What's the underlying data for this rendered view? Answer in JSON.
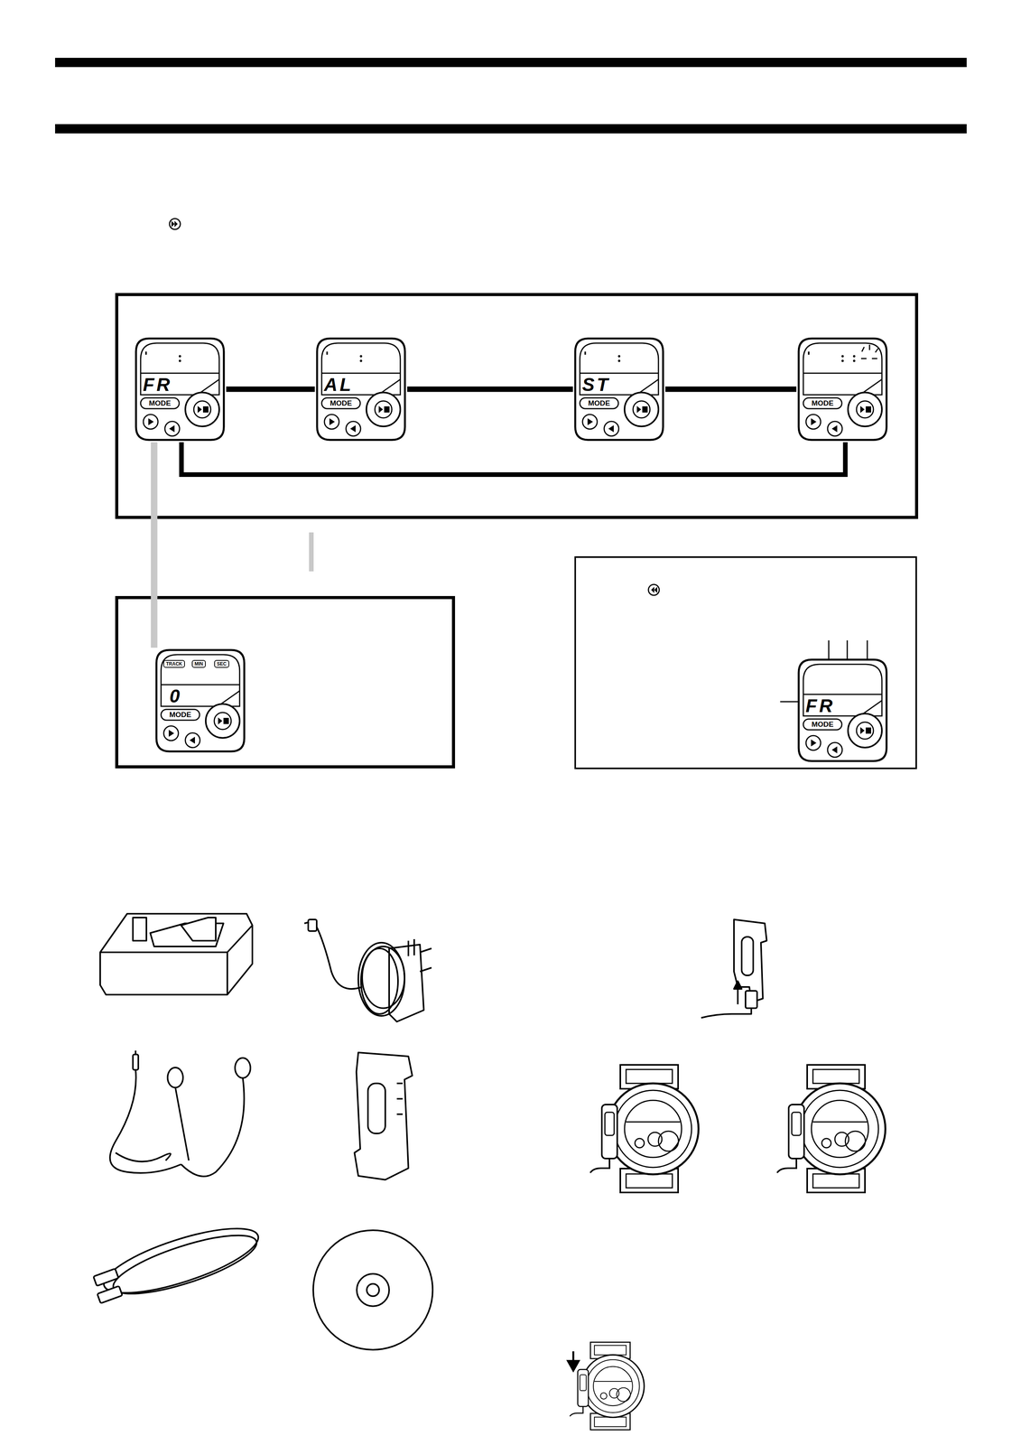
{
  "diagram": {
    "nodes": [
      {
        "text": [
          "FR",
          "MODE"
        ]
      },
      {
        "text": [
          "AL",
          "MODE"
        ]
      },
      {
        "text": [
          "ST",
          "MODE"
        ]
      },
      {
        "text": [
          "MODE"
        ]
      },
      {
        "text": [
          "TRACK",
          "MIN",
          "SEC",
          "0",
          "MODE"
        ]
      },
      {
        "text": [
          "FR",
          "MODE"
        ]
      }
    ],
    "edges": [
      {
        "from": 0,
        "to": 1,
        "arrow": "none"
      },
      {
        "from": 1,
        "to": 2,
        "arrow": "none"
      },
      {
        "from": 2,
        "to": 3,
        "arrow": "none"
      },
      {
        "from": 0,
        "to": 3,
        "arrow": "none"
      },
      {
        "from": 0,
        "to": 4,
        "arrow": "none"
      }
    ]
  }
}
